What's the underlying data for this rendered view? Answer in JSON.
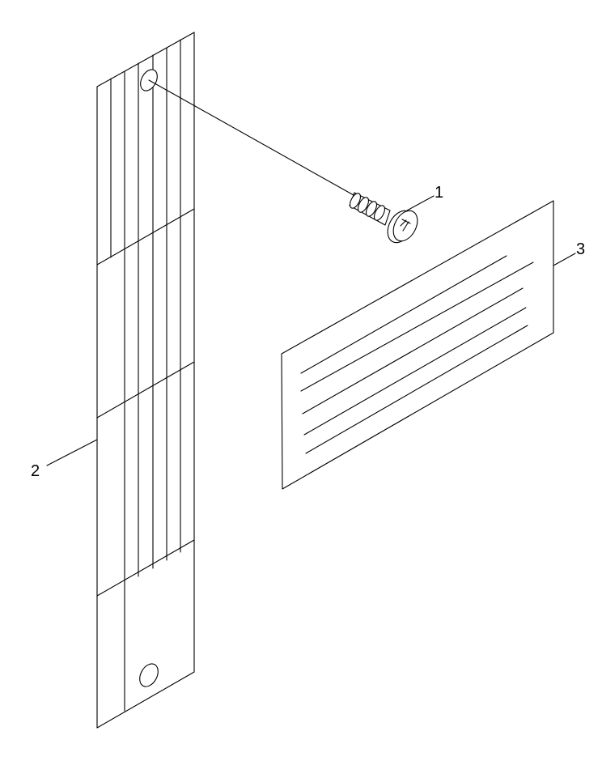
{
  "callouts": [
    {
      "id": "1",
      "label": "1",
      "part": "screw"
    },
    {
      "id": "2",
      "label": "2",
      "part": "strip"
    },
    {
      "id": "3",
      "label": "3",
      "part": "label"
    }
  ],
  "colors": {
    "line": "#000000",
    "background": "#ffffff"
  }
}
